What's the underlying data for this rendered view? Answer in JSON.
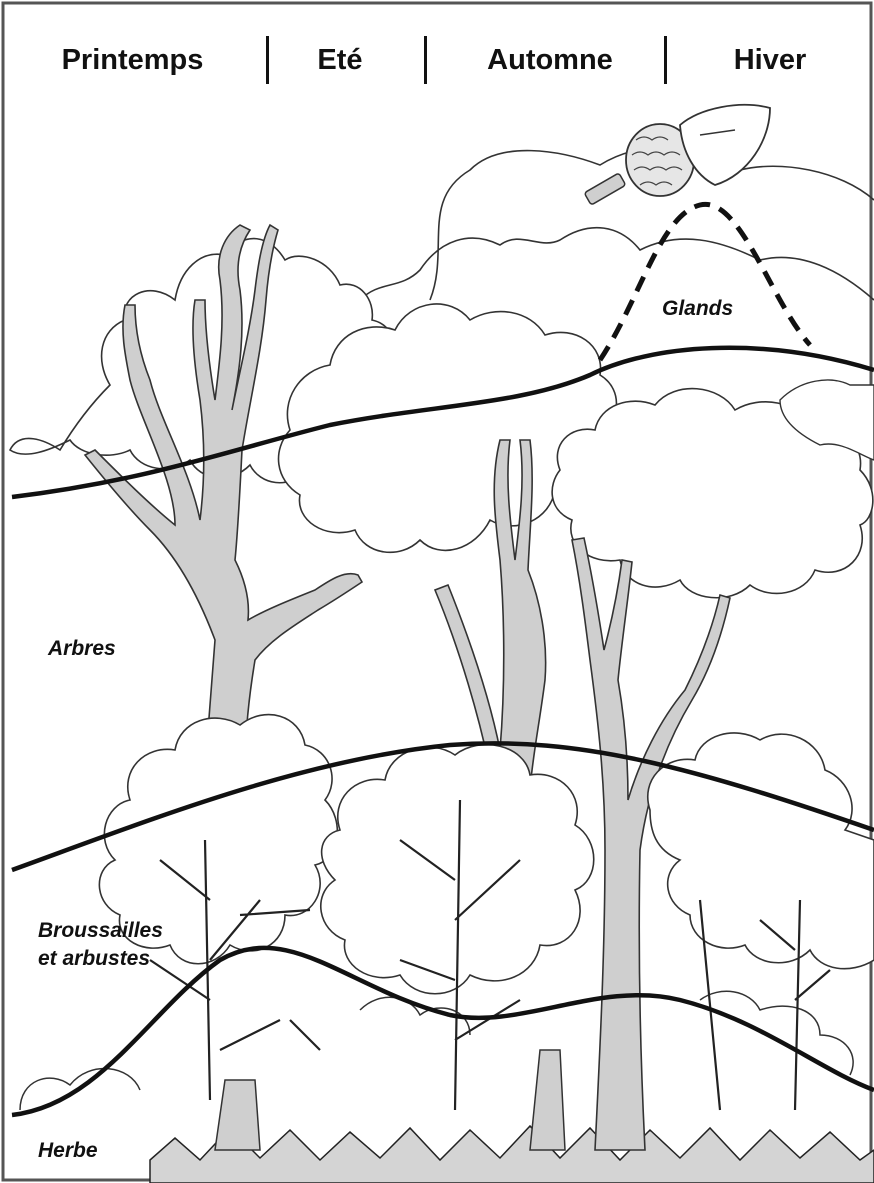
{
  "seasons": [
    "Printemps",
    "Eté",
    "Automne",
    "Hiver"
  ],
  "layers": {
    "trees": "Arbres",
    "shrubs_line1": "Broussailles",
    "shrubs_line2": "et arbustes",
    "grass": "Herbe"
  },
  "acorns": "Glands",
  "colors": {
    "ink": "#111111",
    "trunk_fill": "#cfcfcf",
    "ground_fill": "#d4d4d4",
    "frame": "#555555"
  }
}
